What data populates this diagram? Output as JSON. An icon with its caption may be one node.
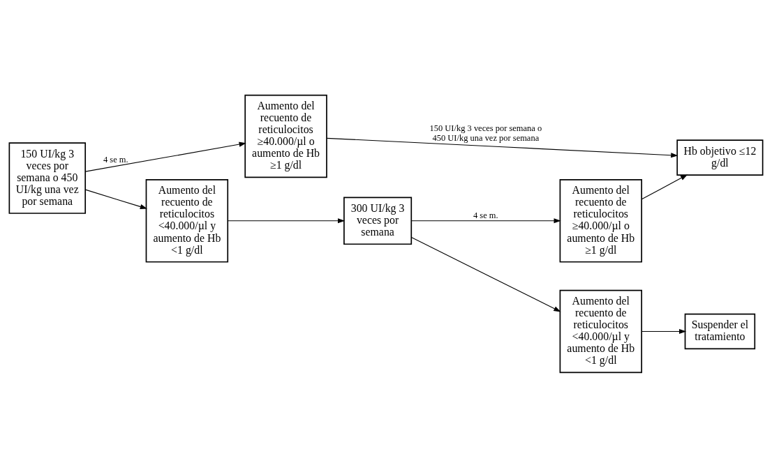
{
  "diagram": {
    "nodes": [
      {
        "text": [
          "150 UI/kg 3 veces por semana o 450 UI/kg una vez por semana"
        ]
      },
      {
        "text": [
          "Aumento del recuento de reticulocitos ≥40.000/µl o aumento de Hb ≥1 g/dl"
        ]
      },
      {
        "text": [
          "Aumento del recuento de reticulocitos <40.000/µl y aumento de Hb <1 g/dl"
        ]
      },
      {
        "text": [
          "300 UI/kg 3 veces por semana"
        ]
      },
      {
        "text": [
          "Aumento del recuento de reticulocitos ≥40.000/µl o aumento de Hb ≥1 g/dl"
        ]
      },
      {
        "text": [
          "Hb objetivo ≤12 g/dl"
        ]
      },
      {
        "text": [
          "Aumento del recuento de reticulocitos <40.000/µl y aumento de Hb <1 g/dl"
        ]
      },
      {
        "text": [
          "Suspender el tratamiento"
        ]
      }
    ],
    "edges": [
      {
        "from": 0,
        "to": 1,
        "arrow": "to",
        "label": "4 se m."
      },
      {
        "from": 0,
        "to": 2,
        "arrow": "to"
      },
      {
        "from": 1,
        "to": 5,
        "arrow": "to",
        "label": "150 UI/kg 3 veces por semana o 450 UI/kg una vez por semana"
      },
      {
        "from": 2,
        "to": 3,
        "arrow": "to"
      },
      {
        "from": 3,
        "to": 4,
        "arrow": "to",
        "label": "4 se m."
      },
      {
        "from": 3,
        "to": 6,
        "arrow": "to"
      },
      {
        "from": 4,
        "to": 5,
        "arrow": "to"
      },
      {
        "from": 6,
        "to": 7,
        "arrow": "to"
      }
    ]
  }
}
